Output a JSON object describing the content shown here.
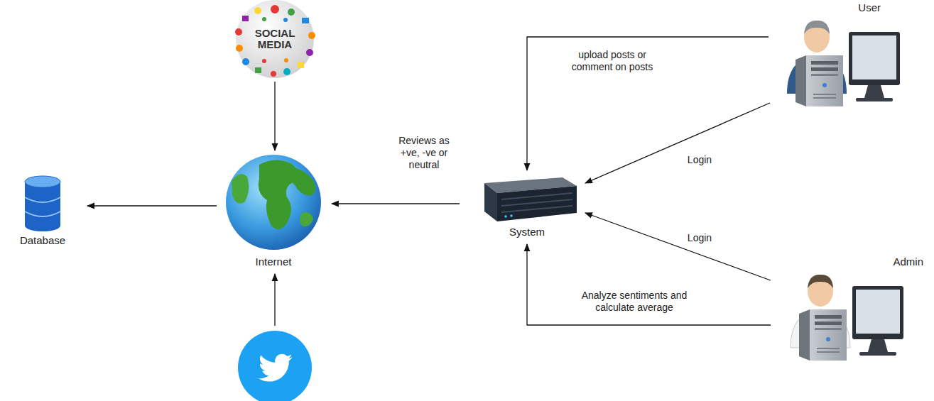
{
  "diagram": {
    "nodes": [
      {
        "text": [
          "SOCIAL MEDIA"
        ]
      },
      {
        "text": [
          "User"
        ]
      },
      {
        "text": [
          "Database"
        ]
      },
      {
        "text": [
          "Internet"
        ]
      },
      {
        "text": [
          "System"
        ]
      },
      {
        "text": [
          "Admin"
        ]
      },
      {
        "text": []
      }
    ],
    "edges": [
      {
        "from": 0,
        "to": 3,
        "arrow": "to"
      },
      {
        "from": 6,
        "to": 3,
        "arrow": "to"
      },
      {
        "from": 3,
        "to": 2,
        "arrow": "to"
      },
      {
        "from": 4,
        "to": 3,
        "label": "Reviews as +ve, -ve or neutral",
        "arrow": "to"
      },
      {
        "from": 1,
        "to": 4,
        "label": "upload posts or comment on posts",
        "arrow": "to"
      },
      {
        "from": 1,
        "to": 4,
        "label": "Login",
        "arrow": "to"
      },
      {
        "from": 5,
        "to": 4,
        "label": "Login",
        "arrow": "to"
      },
      {
        "from": 5,
        "to": 4,
        "label": "Analyze sentiments and calculate average",
        "arrow": "to"
      }
    ]
  }
}
